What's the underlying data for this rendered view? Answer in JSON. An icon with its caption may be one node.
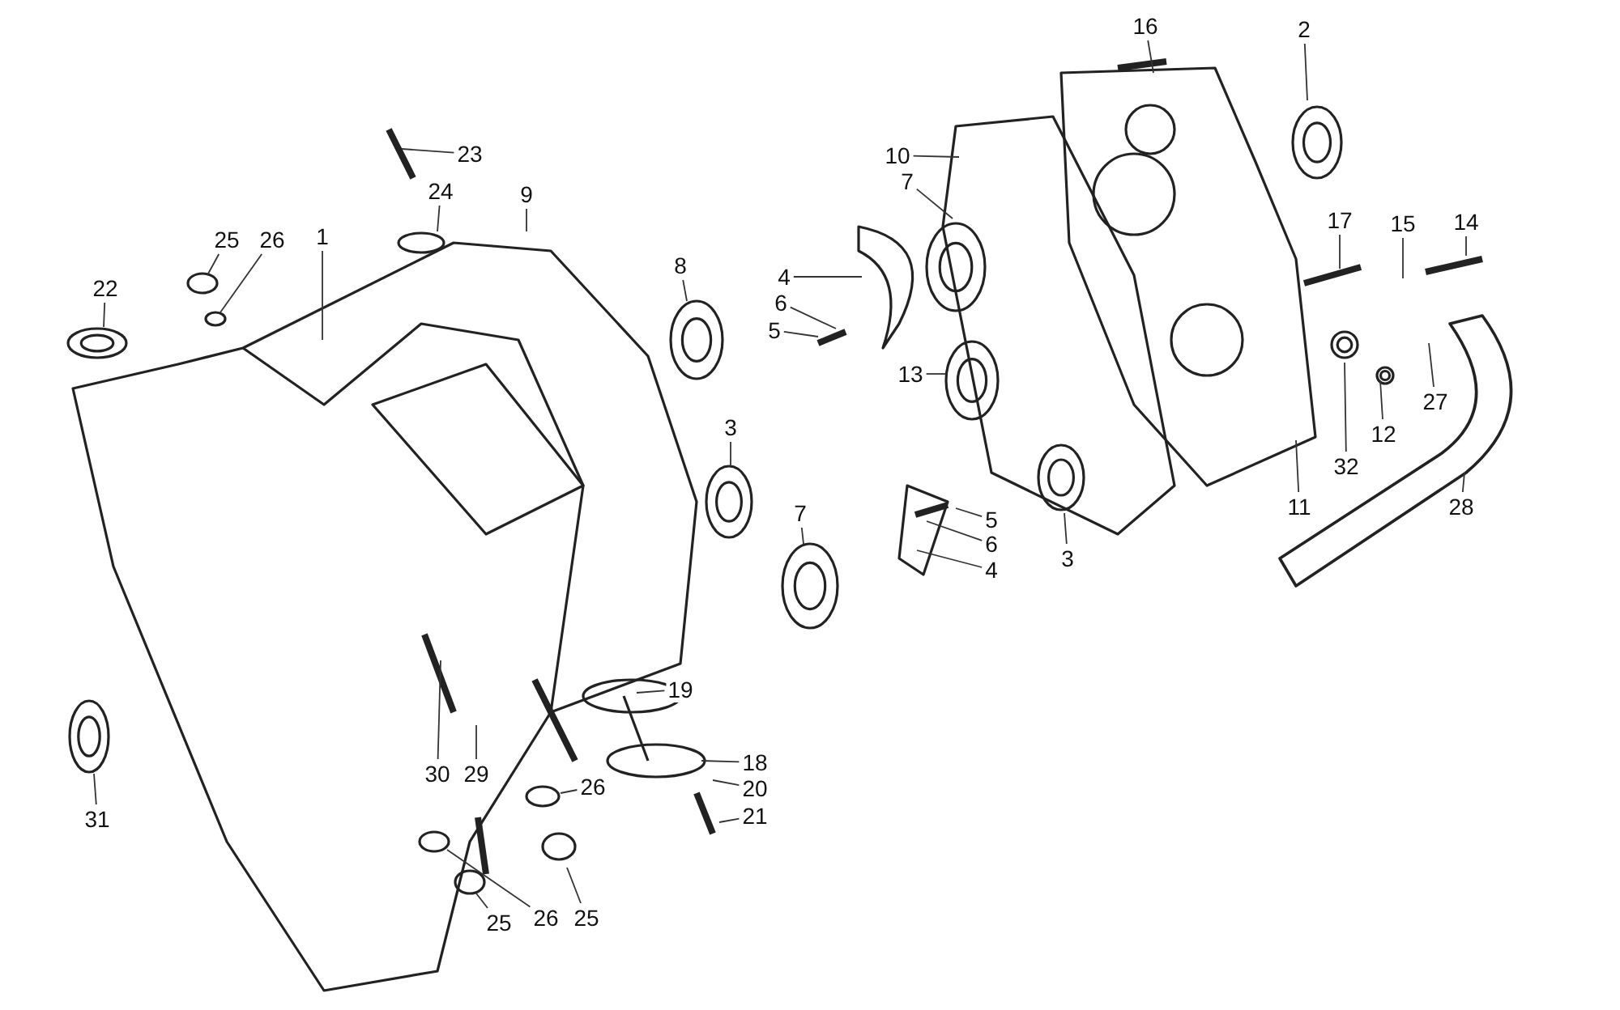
{
  "diagram": {
    "nodes": [
      {
        "text": [
          "16"
        ]
      },
      {
        "text": [
          "2"
        ]
      },
      {
        "text": [
          "23"
        ]
      },
      {
        "text": [
          "10"
        ]
      },
      {
        "text": [
          "9"
        ]
      },
      {
        "text": [
          "24"
        ]
      },
      {
        "text": [
          "7"
        ]
      },
      {
        "text": [
          "25"
        ]
      },
      {
        "text": [
          "26"
        ]
      },
      {
        "text": [
          "1"
        ]
      },
      {
        "text": [
          "17"
        ]
      },
      {
        "text": [
          "15"
        ]
      },
      {
        "text": [
          "14"
        ]
      },
      {
        "text": [
          "4"
        ]
      },
      {
        "text": [
          "22"
        ]
      },
      {
        "text": [
          "8"
        ]
      },
      {
        "text": [
          "6"
        ]
      },
      {
        "text": [
          "5"
        ]
      },
      {
        "text": [
          "13"
        ]
      },
      {
        "text": [
          "27"
        ]
      },
      {
        "text": [
          "12"
        ]
      },
      {
        "text": [
          "3"
        ]
      },
      {
        "text": [
          "32"
        ]
      },
      {
        "text": [
          "11"
        ]
      },
      {
        "text": [
          "28"
        ]
      },
      {
        "text": [
          "5"
        ]
      },
      {
        "text": [
          "6"
        ]
      },
      {
        "text": [
          "4"
        ]
      },
      {
        "text": [
          "7"
        ]
      },
      {
        "text": [
          "3"
        ]
      },
      {
        "text": [
          "19"
        ]
      },
      {
        "text": [
          "18"
        ]
      },
      {
        "text": [
          "30"
        ]
      },
      {
        "text": [
          "29"
        ]
      },
      {
        "text": [
          "26"
        ]
      },
      {
        "text": [
          "20"
        ]
      },
      {
        "text": [
          "21"
        ]
      },
      {
        "text": [
          "31"
        ]
      },
      {
        "text": [
          "25"
        ]
      },
      {
        "text": [
          "26"
        ]
      },
      {
        "text": [
          "25"
        ]
      }
    ],
    "edges": [
      {
        "from": 0,
        "to": null,
        "arrow": "none"
      },
      {
        "from": 1,
        "to": null,
        "arrow": "none"
      },
      {
        "from": 2,
        "to": null,
        "arrow": "none"
      },
      {
        "from": 3,
        "to": null,
        "arrow": "none"
      },
      {
        "from": 4,
        "to": null,
        "arrow": "none"
      },
      {
        "from": 5,
        "to": null,
        "arrow": "none"
      },
      {
        "from": 6,
        "to": null,
        "arrow": "none"
      },
      {
        "from": 7,
        "to": null,
        "arrow": "none"
      },
      {
        "from": 8,
        "to": null,
        "arrow": "none"
      },
      {
        "from": 9,
        "to": null,
        "arrow": "none"
      },
      {
        "from": 10,
        "to": null,
        "arrow": "none"
      },
      {
        "from": 11,
        "to": null,
        "arrow": "none"
      },
      {
        "from": 12,
        "to": null,
        "arrow": "none"
      },
      {
        "from": 13,
        "to": null,
        "arrow": "none"
      },
      {
        "from": 14,
        "to": null,
        "arrow": "none"
      },
      {
        "from": 15,
        "to": null,
        "arrow": "none"
      },
      {
        "from": 16,
        "to": null,
        "arrow": "none"
      },
      {
        "from": 17,
        "to": null,
        "arrow": "none"
      },
      {
        "from": 18,
        "to": null,
        "arrow": "none"
      },
      {
        "from": 19,
        "to": null,
        "arrow": "none"
      },
      {
        "from": 20,
        "to": null,
        "arrow": "none"
      },
      {
        "from": 21,
        "to": null,
        "arrow": "none"
      },
      {
        "from": 22,
        "to": null,
        "arrow": "none"
      },
      {
        "from": 23,
        "to": null,
        "arrow": "none"
      },
      {
        "from": 24,
        "to": null,
        "arrow": "none"
      },
      {
        "from": 25,
        "to": null,
        "arrow": "none"
      },
      {
        "from": 26,
        "to": null,
        "arrow": "none"
      },
      {
        "from": 27,
        "to": null,
        "arrow": "none"
      },
      {
        "from": 28,
        "to": null,
        "arrow": "none"
      },
      {
        "from": 29,
        "to": null,
        "arrow": "none"
      },
      {
        "from": 30,
        "to": null,
        "arrow": "none"
      },
      {
        "from": 31,
        "to": null,
        "arrow": "none"
      },
      {
        "from": 32,
        "to": null,
        "arrow": "none"
      },
      {
        "from": 33,
        "to": null,
        "arrow": "none"
      },
      {
        "from": 34,
        "to": null,
        "arrow": "none"
      },
      {
        "from": 35,
        "to": null,
        "arrow": "none"
      },
      {
        "from": 36,
        "to": null,
        "arrow": "none"
      },
      {
        "from": 37,
        "to": null,
        "arrow": "none"
      },
      {
        "from": 38,
        "to": null,
        "arrow": "none"
      },
      {
        "from": 39,
        "to": null,
        "arrow": "none"
      },
      {
        "from": 40,
        "to": null,
        "arrow": "none"
      }
    ]
  }
}
